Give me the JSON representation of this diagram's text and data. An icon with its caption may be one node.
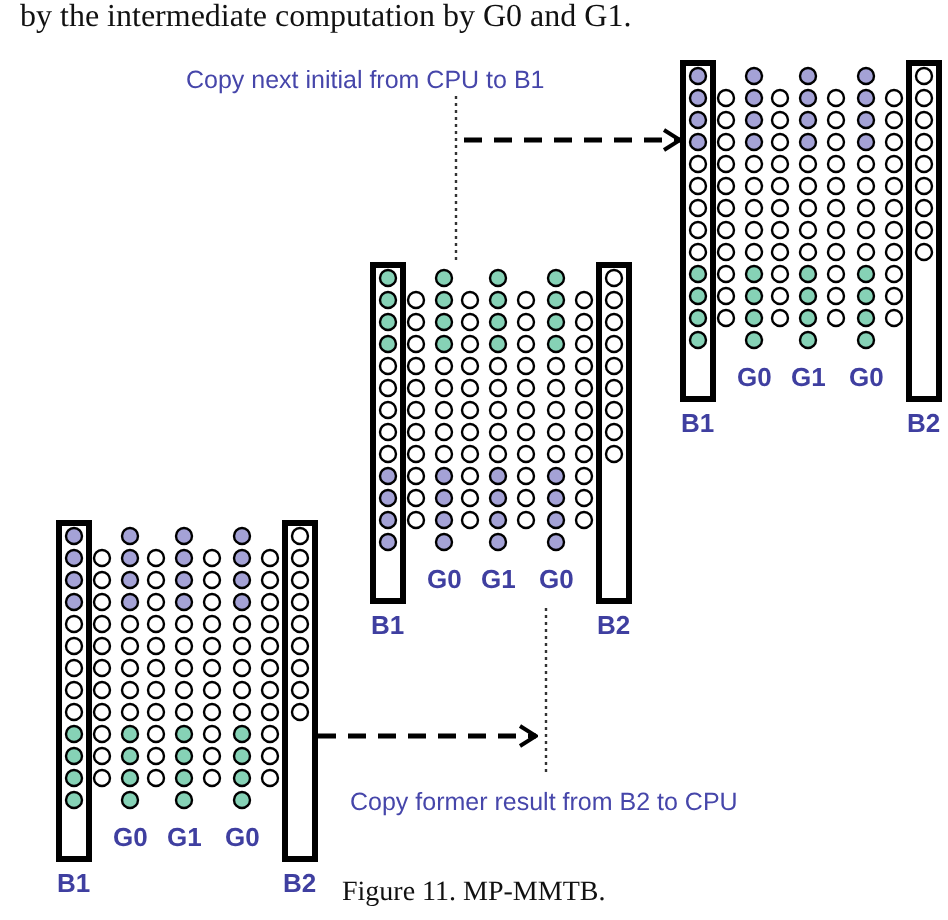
{
  "diagram": {
    "caption": "Figure 11. MP-MMTB.",
    "nodes": [
      {
        "text": [
          "B1"
        ]
      },
      {
        "text": [
          "B2"
        ]
      },
      {
        "text": [
          "B1"
        ]
      },
      {
        "text": [
          "B2"
        ]
      },
      {
        "text": [
          "B1"
        ]
      },
      {
        "text": [
          "B2"
        ]
      }
    ],
    "edges": [
      {
        "from": null,
        "to": 4,
        "arrow": "to",
        "style": "dashed"
      },
      {
        "from": 1,
        "to": null,
        "arrow": "to",
        "style": "dashed"
      }
    ],
    "labels": [
      "by the intermediate computation by G0 and G1.",
      "Copy next initial from CPU to B1",
      "G0",
      "G1",
      "G0",
      "G0",
      "G1",
      "G0",
      "G0",
      "G1",
      "G0",
      "Copy former result from B2 to CPU"
    ]
  }
}
